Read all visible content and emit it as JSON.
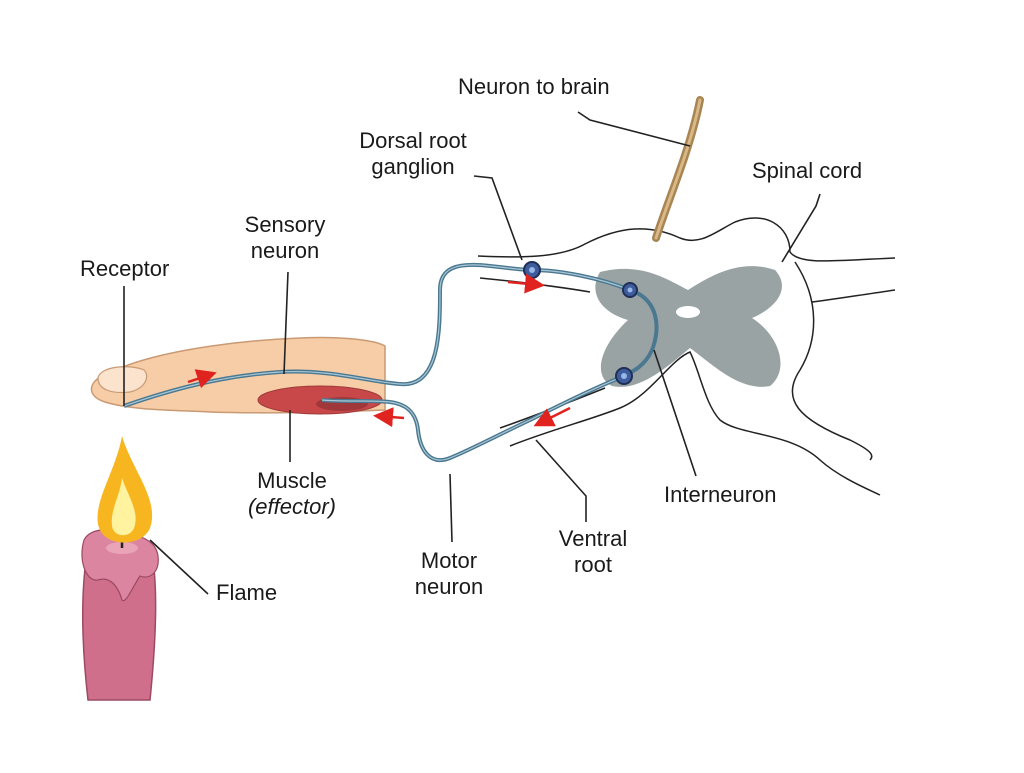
{
  "labels": {
    "neuron_to_brain": "Neuron to brain",
    "dorsal_root_line1": "Dorsal root",
    "dorsal_root_line2": "ganglion",
    "spinal_cord": "Spinal cord",
    "sensory_line1": "Sensory",
    "sensory_line2": "neuron",
    "receptor": "Receptor",
    "muscle_line1": "Muscle",
    "muscle_line2": "(effector)",
    "flame": "Flame",
    "motor_line1": "Motor",
    "motor_line2": "neuron",
    "ventral_line1": "Ventral",
    "ventral_line2": "root",
    "interneuron": "Interneuron"
  },
  "colors": {
    "skin": "#f6cda6",
    "skin_outline": "#c99a74",
    "muscle": "#c8484a",
    "grey_matter": "#9aa3a4",
    "neuron": "#4a7890",
    "impulse_arrow": "#e0231f",
    "candle": "#d06f8c",
    "flame_outer": "#f7b620",
    "flame_inner": "#fff3a0",
    "brain_neuron": "#a88552"
  }
}
